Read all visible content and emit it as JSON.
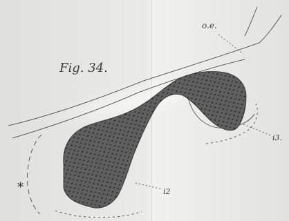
{
  "figure": {
    "title": "Fig. 34.",
    "labels": {
      "oe": "o.e.",
      "i3": "i3.",
      "i2": "i2",
      "asterisk": "*"
    },
    "colors": {
      "paper": "#e6e6e4",
      "ink": "#3c3c3c",
      "tissue": "#5f5f5f",
      "nuclei": "#1e1e1e"
    }
  }
}
